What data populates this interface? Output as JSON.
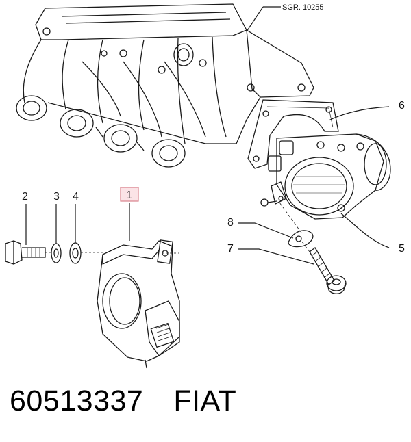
{
  "drawing_ref": "SGR. 10255",
  "callouts": {
    "c1": "1",
    "c2": "2",
    "c3": "3",
    "c4": "4",
    "c5": "5",
    "c6": "6",
    "c7": "7",
    "c8": "8"
  },
  "footer": {
    "part_number": "60513337",
    "brand": "FIAT"
  },
  "colors": {
    "line": "#1a1a1a",
    "highlight_box_border": "#d9828b",
    "highlight_box_fill": "#fbe3e6"
  }
}
